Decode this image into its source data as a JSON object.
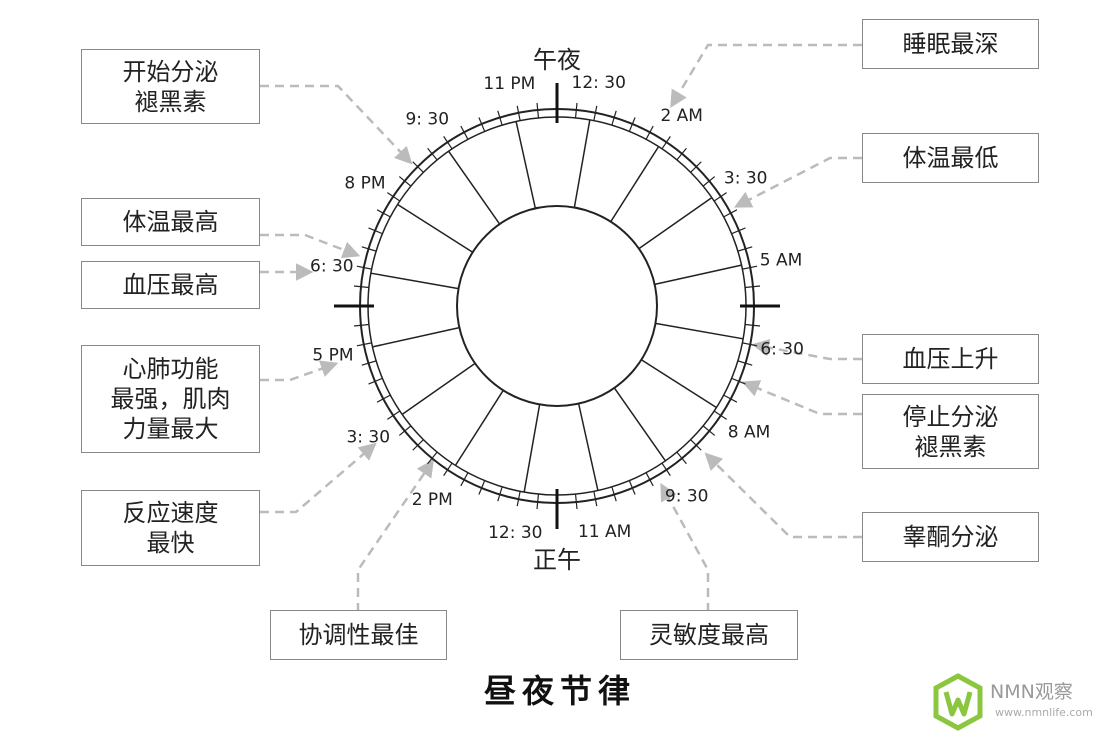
{
  "title": "昼夜节律",
  "clock": {
    "top_label": "午夜",
    "bottom_label": "正午",
    "time_labels": [
      "12: 30",
      "2 AM",
      "3: 30",
      "5 AM",
      "6: 30",
      "8 AM",
      "9: 30",
      "11 AM",
      "12: 30",
      "2 PM",
      "3: 30",
      "5 PM",
      "6: 30",
      "8 PM",
      "9: 30",
      "11 PM"
    ]
  },
  "events": {
    "melatonin_start": "开始分泌\n褪黑素",
    "deepest_sleep": "睡眠最深",
    "lowest_temp": "体温最低",
    "bp_rise": "血压上升",
    "melatonin_stop": "停止分泌\n褪黑素",
    "testosterone": "睾酮分泌",
    "highest_alertness": "灵敏度最高",
    "best_coordination": "协调性最佳",
    "fastest_reaction": "反应速度\n最快",
    "cardio_muscle": "心肺功能\n最强，肌肉\n力量最大",
    "highest_bp": "血压最高",
    "highest_temp": "体温最高"
  },
  "watermark": {
    "brand": "NMN观察",
    "url": "www.nmnlife.com"
  },
  "colors": {
    "line": "#222222",
    "arrow": "#bbbbbb",
    "box_border": "#888888",
    "logo": "#8cc63f"
  }
}
